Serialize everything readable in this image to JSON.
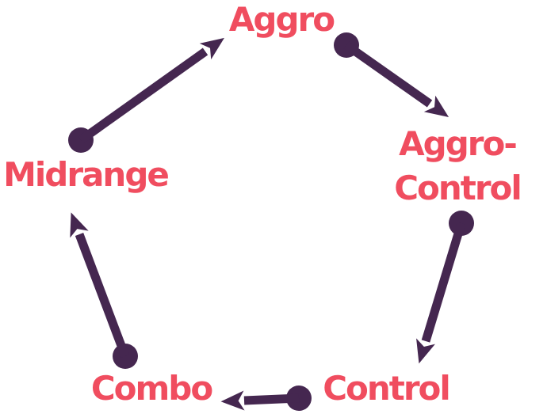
{
  "diagram": {
    "description": "Pentagon cycle diagram of deck archetypes, each arrow pointing from one strategy to the strategy it beats/leads to",
    "nodes": [
      {
        "id": "aggro",
        "label": "Aggro"
      },
      {
        "id": "aggro-control",
        "label": "Aggro-Control",
        "label_line1": "Aggro-",
        "label_line2": "Control"
      },
      {
        "id": "control",
        "label": "Control"
      },
      {
        "id": "combo",
        "label": "Combo"
      },
      {
        "id": "midrange",
        "label": "Midrange"
      }
    ],
    "edges": [
      {
        "from": "Midrange",
        "to": "Aggro"
      },
      {
        "from": "Aggro",
        "to": "Aggro-Control"
      },
      {
        "from": "Aggro-Control",
        "to": "Control"
      },
      {
        "from": "Control",
        "to": "Combo"
      },
      {
        "from": "Combo",
        "to": "Midrange"
      }
    ],
    "colors": {
      "label_text": "#F04D5F",
      "arrow": "#452750",
      "background": "#FFFFFF"
    }
  }
}
